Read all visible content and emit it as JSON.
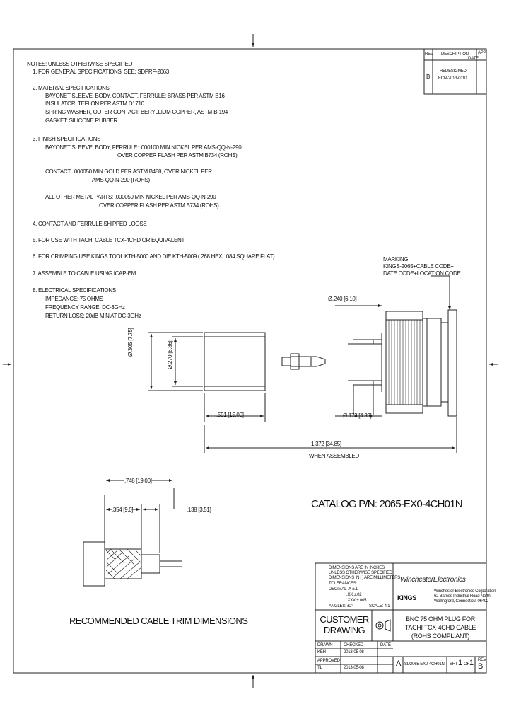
{
  "notes": {
    "heading": "NOTES: UNLESS OTHERWISE SPECIFIED",
    "n1": "1. FOR GENERAL SPECIFICATIONS, SEE: SDPRF-2063",
    "n2_title": "2. MATERIAL SPECIFICATIONS",
    "n2_a": "BAYONET SLEEVE, BODY, CONTACT, FERRULE: BRASS PER ASTM B16",
    "n2_b": "INSULATOR: TEFLON PER ASTM D1710",
    "n2_c": "SPRING WASHER, OUTER CONTACT: BERYLLIUM COPPER, ASTM-B-194",
    "n2_d": "GASKET: SILICONE RUBBER",
    "n3_title": "3. FINISH SPECIFICATIONS",
    "n3_a1": "BAYONET SLEEVE, BODY, FERRULE: .000100 MIN NICKEL PER AMS-QQ-N-290",
    "n3_a2": "OVER COPPER FLASH PER ASTM B734 (ROHS)",
    "n3_b1": "CONTACT: .000050 MIN GOLD PER ASTM B488, OVER NICKEL PER",
    "n3_b2": "AMS-QQ-N-290 (ROHS)",
    "n3_c1": "ALL OTHER METAL PARTS: .000050 MIN NICKEL PER AMS-QQ-N-290",
    "n3_c2": "OVER COPPER FLASH PER ASTM B734 (ROHS)",
    "n4": "4. CONTACT AND FERRULE SHIPPED LOOSE",
    "n5": "5. FOR USE WITH TACHI CABLE TCX-4CHD OR EQUIVALENT",
    "n6": "6. FOR CRIMPING USE KINGS TOOL KTH-5000 AND DIE KTH-5009 (.268 HEX, .084 SQUARE FLAT)",
    "n7": "7. ASSEMBLE TO CABLE USING ICAP-EM",
    "n8_title": "8. ELECTRICAL SPECIFICATIONS",
    "n8_a": "IMPEDANCE: 75 OHMS",
    "n8_b": "FREQUENCY RANGE: DC-3GHz",
    "n8_c": "RETURN LOSS: 20dB MIN AT DC-3GHz"
  },
  "revision_block": {
    "headers": [
      "REV",
      "DESCRIPTION",
      "APP",
      "DATE"
    ],
    "rev": "B",
    "description_1": "REDESIGNED",
    "description_2": "ECN-2013-0110",
    "app": "",
    "date": ""
  },
  "dimensions": {
    "dia_ferrule_od": "Ø.305 [7.75]",
    "dia_ferrule_id": "Ø.270 [6.86]",
    "dia_body": "Ø.240 [6.10]",
    "dia_cable": "Ø.173 [4.39]",
    "ferrule_length": ".591 [15.00]",
    "assembled_length": "1.372 [34.85]",
    "assembled_note": "WHEN ASSEMBLED",
    "trim_overall": ".748 [19.00]",
    "trim_braid": ".354 [9.0]",
    "trim_center": ".138 [3.51]"
  },
  "marking": {
    "line1": "MARKING:",
    "line2": "KINGS-2065+CABLE CODE+",
    "line3": "DATE CODE+LOCATION CODE"
  },
  "catalog_pn": "CATALOG P/N: 2065-EX0-4CH01N",
  "trim_caption": "RECOMMENDED CABLE TRIM DIMENSIONS",
  "tolerances": {
    "l1": "DIMENSIONS ARE IN INCHES",
    "l2": "UNLESS OTHERWISE SPECIFIED",
    "l3": "DIMENSIONS IN [ ] ARE MILLIMETERS",
    "l4": "TOLERANCES:",
    "l5": "DECIMAL   .X  ±.1",
    "l6": ".XX  ±.02",
    "l7": ".XXX  ±.005",
    "l8": "ANGLES: ±2°",
    "l9": "SCALE: 4:1"
  },
  "company": {
    "logo_text": "WinchesterElectronics",
    "brand": "KINGS",
    "address1": "Winchester Electronics Corporation",
    "address2": "62 Barnes Industrial Road North",
    "address3": "Wallingford, Connecticut 06492"
  },
  "customer_drawing": "CUSTOMER DRAWING",
  "title": {
    "line1": "BNC 75 OHM PLUG FOR",
    "line2": "TACHI TCX-4CHD CABLE",
    "line3": "(ROHS COMPLIANT)"
  },
  "signoff": {
    "drawn_label": "DRAWN",
    "drawn_by": "KEH",
    "drawn_date": "2013-05-08",
    "drawn_date_label": "DATE",
    "checked_label": "CHECKED",
    "checked_by": "",
    "approved_label": "APPROVED",
    "approved_by": "TL",
    "approved_date": "2013-05-08"
  },
  "size": "A",
  "drawing_number": "SD2065-EX0-4CH01N",
  "sheet": "1",
  "sheet_of": "1",
  "rev": "B",
  "sheet_label": "SHT",
  "of_label": "OF",
  "rev_label": "REV"
}
